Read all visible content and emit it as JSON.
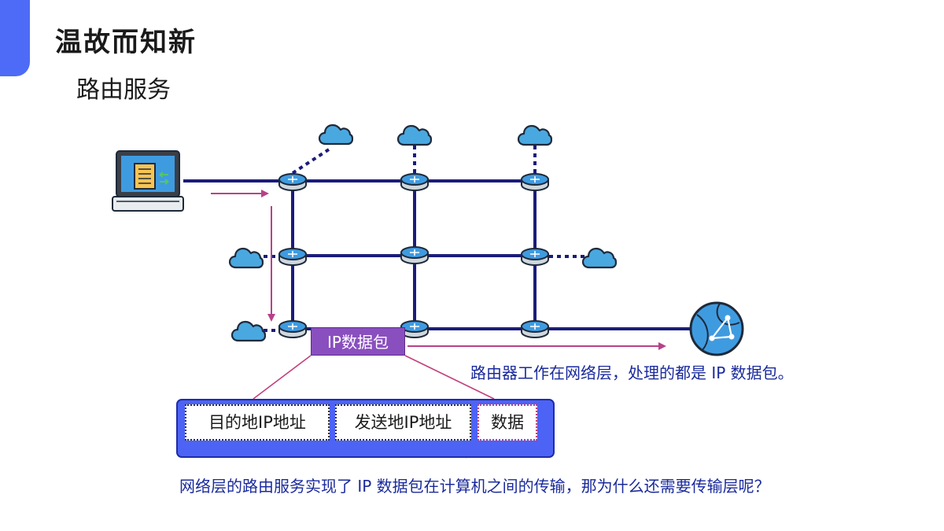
{
  "header": {
    "title": "温故而知新",
    "subtitle": "路由服务"
  },
  "diagram": {
    "packet_label": "IP数据包",
    "packet_fields": [
      "目的地IP地址",
      "发送地IP地址",
      "数据"
    ],
    "router_note": "路由器工作在网络层，处理的都是 IP 数据包。",
    "question_note": "网络层的路由服务实现了 IP 数据包在计算机之间的传输，那为什么还需要传输层呢？"
  },
  "icons": {
    "computer": "laptop-icon",
    "router": "router-icon",
    "network": "cloud-icon",
    "destination": "globe-icon"
  },
  "colors": {
    "accent": "#4d6bf6",
    "link": "#1b1c7a",
    "arrow": "#b8418a",
    "router_body": "#cfd7de",
    "router_top": "#3f9be0",
    "cloud": "#4aa8e0",
    "packet_label_bg": "#8a4fbf",
    "packet_bar_bg": "#4d63f5",
    "note_text": "#1a2a9c"
  }
}
